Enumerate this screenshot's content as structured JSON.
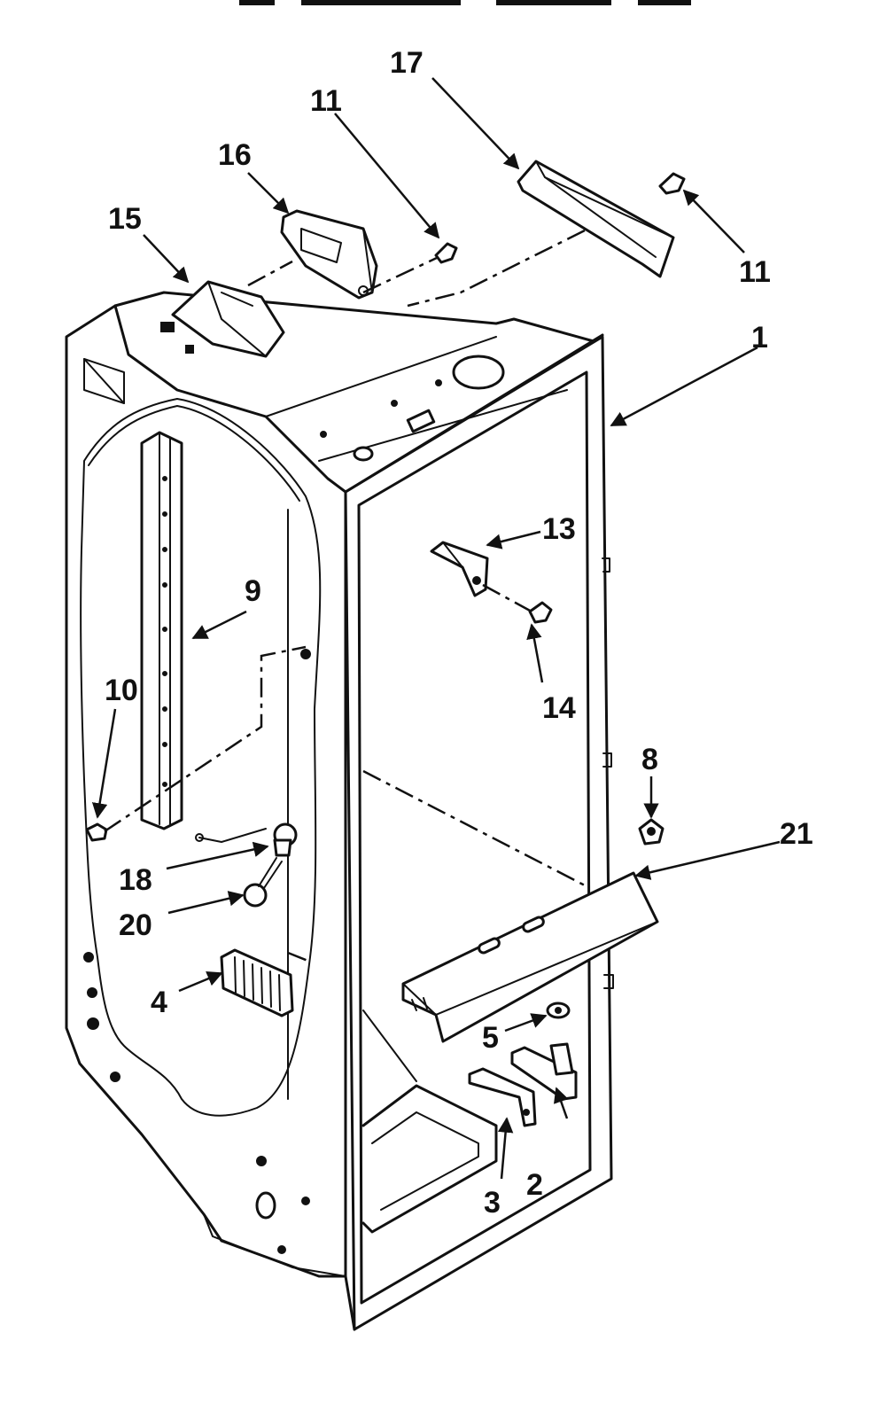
{
  "diagram": {
    "header_text": "",
    "callouts": {
      "c1": "1",
      "c2": "2",
      "c3": "3",
      "c4": "4",
      "c5": "5",
      "c8": "8",
      "c9": "9",
      "c10": "10",
      "c11a": "11",
      "c11b": "11",
      "c13": "13",
      "c14": "14",
      "c15": "15",
      "c16": "16",
      "c17": "17",
      "c18": "18",
      "c20": "20",
      "c21": "21"
    }
  }
}
